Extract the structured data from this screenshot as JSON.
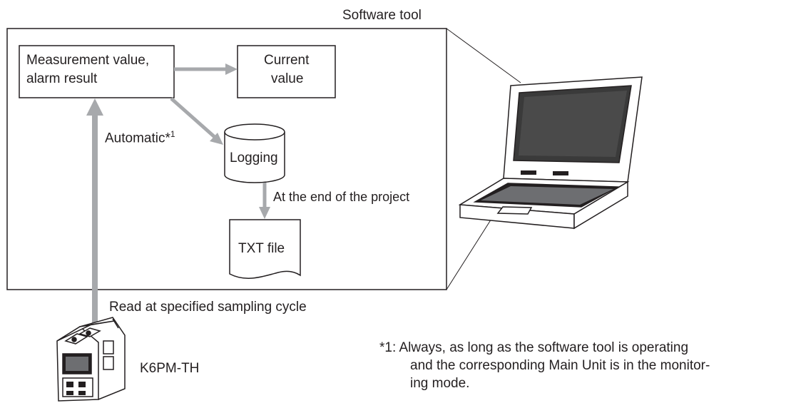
{
  "software_tool_label": "Software tool",
  "box_measurement": [
    "Measurement value,",
    "alarm result"
  ],
  "box_current": [
    "Current",
    "value"
  ],
  "logging_label": "Logging",
  "txt_file_label": "TXT file",
  "automatic_label": "Automatic*",
  "automatic_sup": "1",
  "end_project_label": "At the end of the project",
  "read_cycle_label": "Read at specified sampling cycle",
  "device_label": "K6PM-TH",
  "footnote": [
    "*1: Always, as long as the software tool is operating",
    "and the corresponding Main Unit is in the monitor-",
    "ing mode."
  ],
  "colors": {
    "arrow": "#a7a9ac",
    "line": "#231f20",
    "text": "#231f20"
  }
}
